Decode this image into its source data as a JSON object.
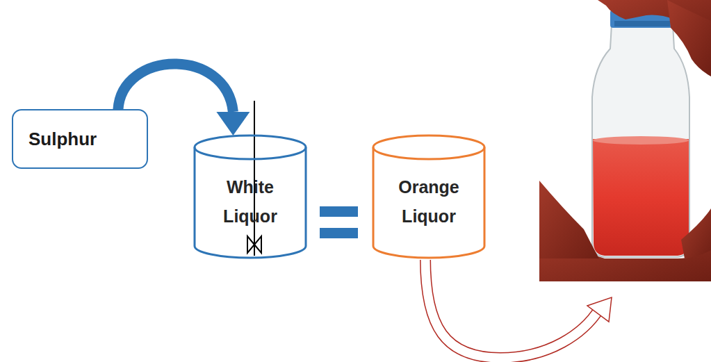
{
  "diagram": {
    "nodes": [
      {
        "text": [
          "Sulphur"
        ]
      },
      {
        "text": [
          "White Liquor"
        ]
      },
      {
        "text": [
          "Orange Liquor"
        ]
      }
    ],
    "edges": [
      {
        "from": 0,
        "to": 1,
        "arrow": "to"
      }
    ]
  }
}
